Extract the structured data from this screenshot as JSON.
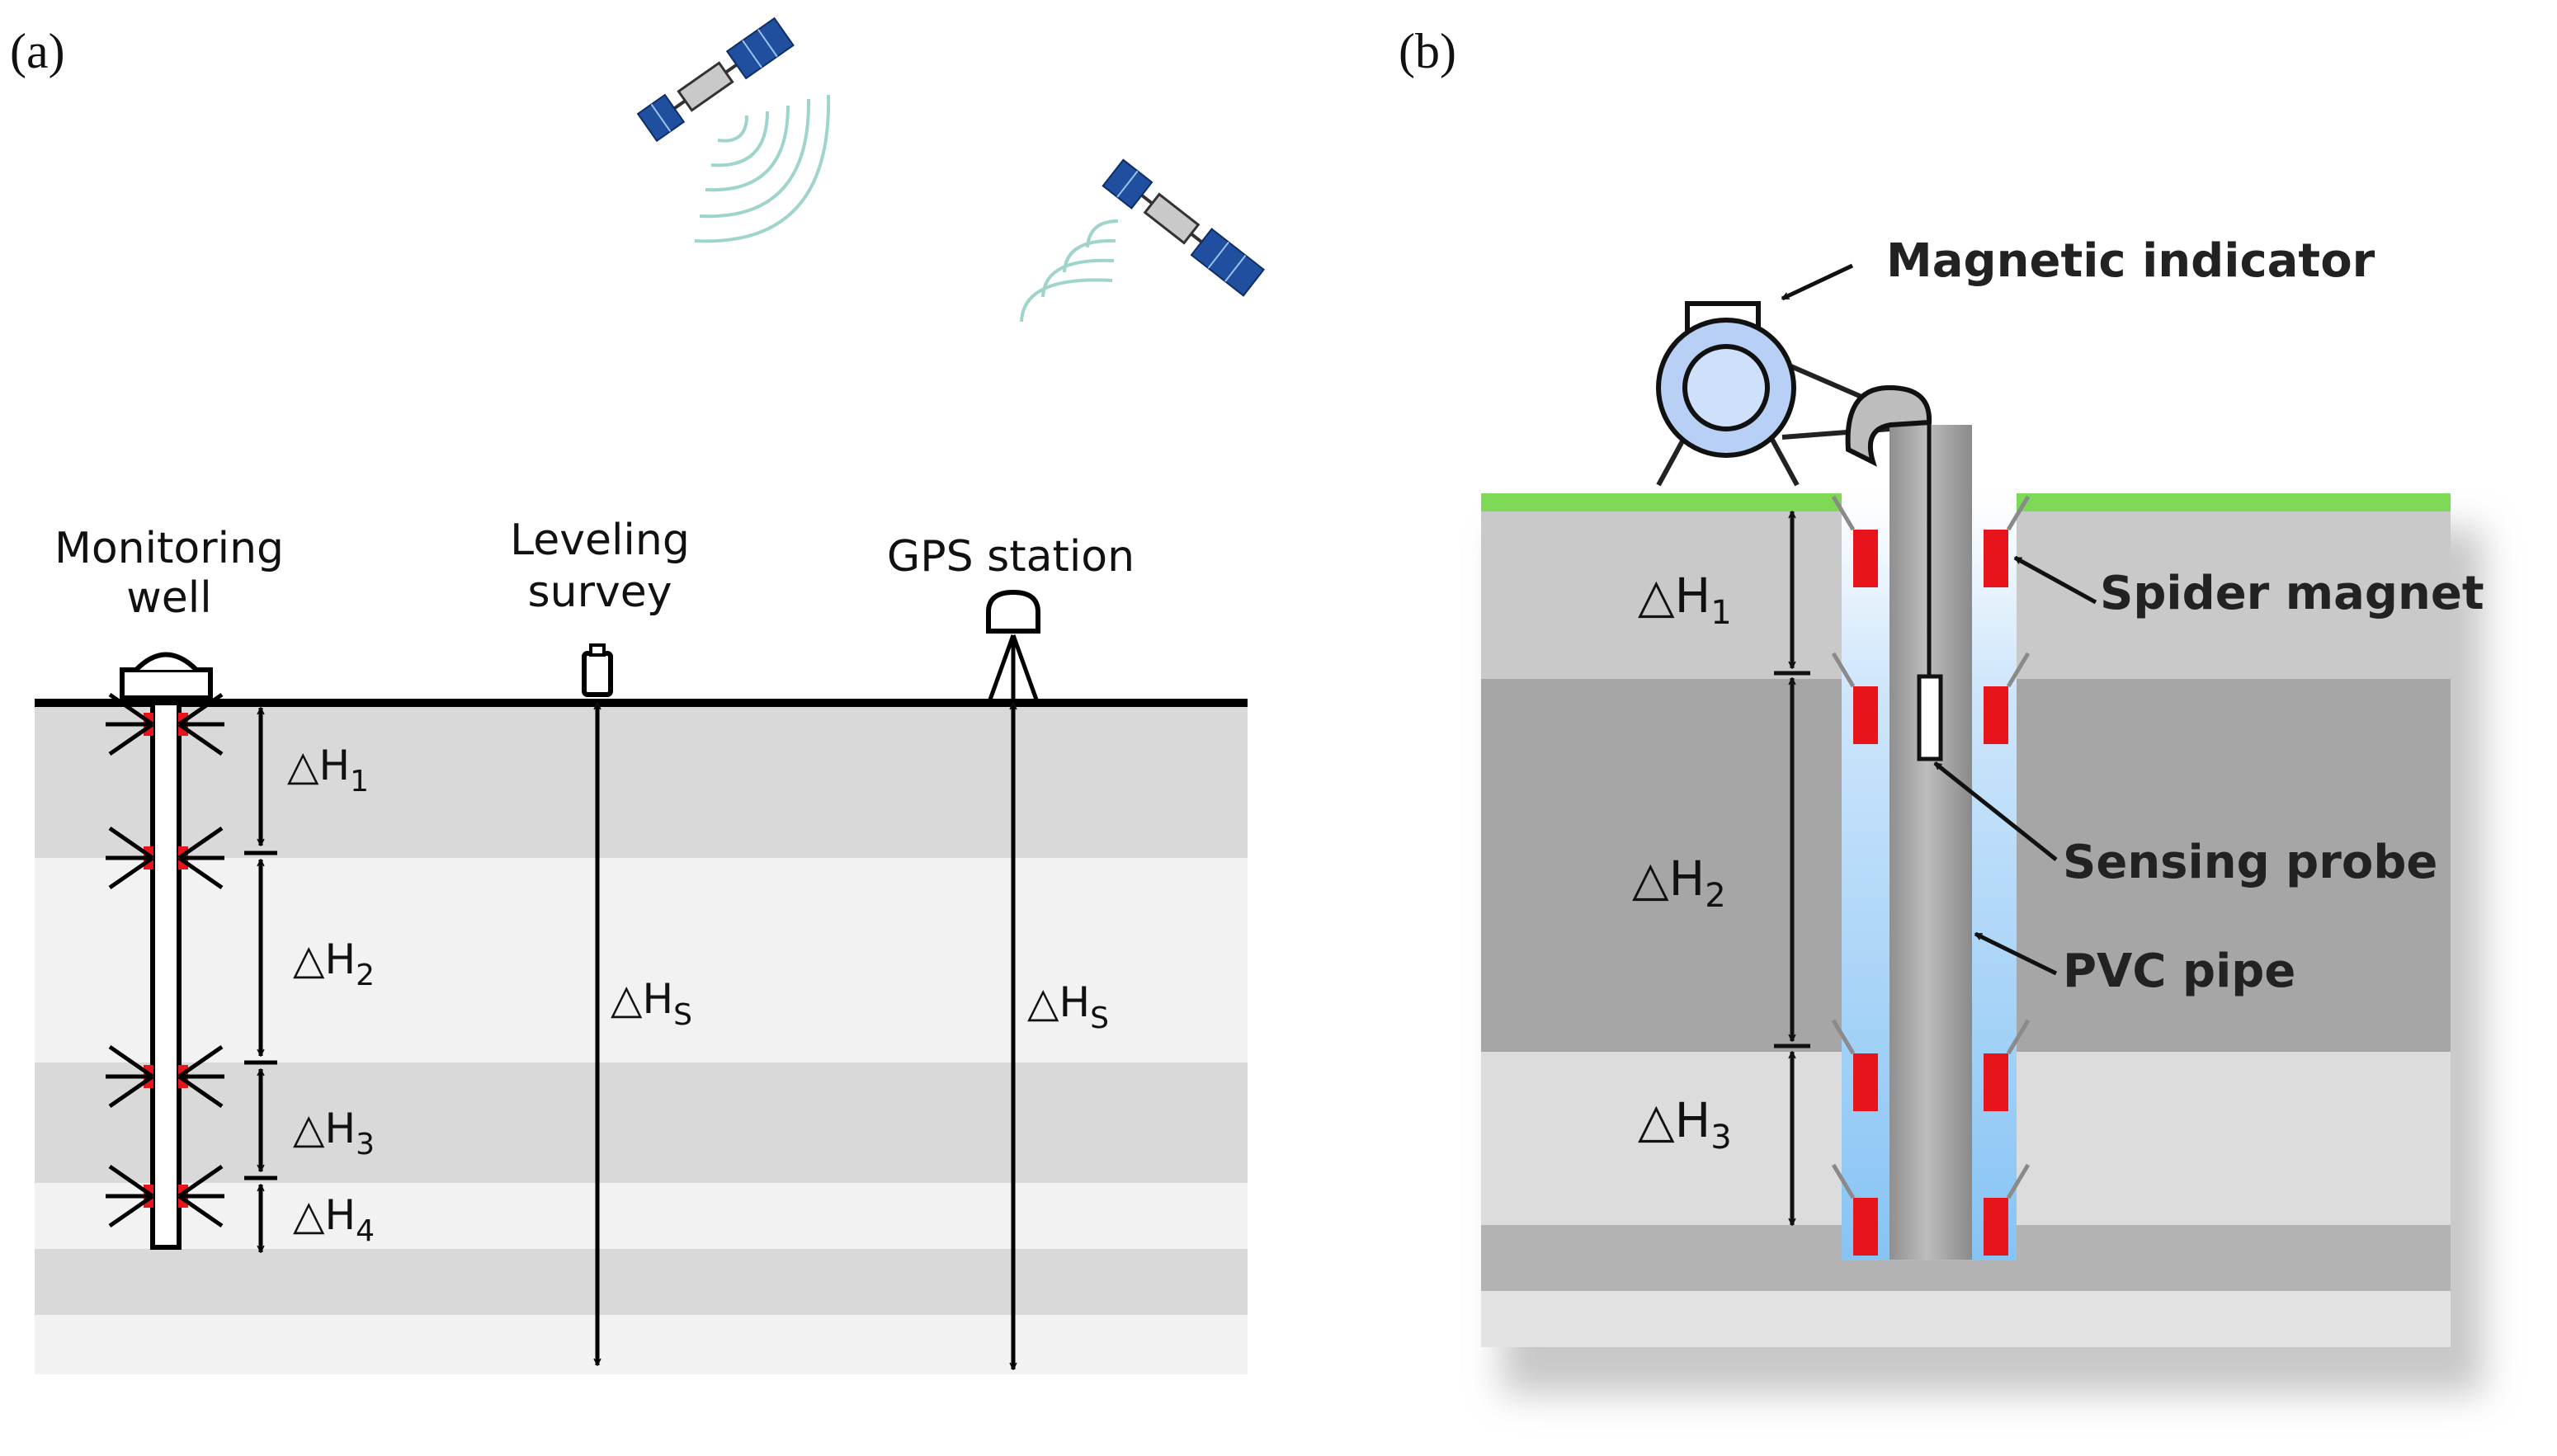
{
  "panel_a": {
    "label": "(a)",
    "monitoring_well": {
      "line1": "Monitoring",
      "line2": "well"
    },
    "leveling_survey": {
      "line1": "Leveling",
      "line2": "survey"
    },
    "gps_station": "GPS station",
    "well_intervals": [
      {
        "delta": "△H",
        "sub": "1"
      },
      {
        "delta": "△H",
        "sub": "2"
      },
      {
        "delta": "△H",
        "sub": "3"
      },
      {
        "delta": "△H",
        "sub": "4"
      }
    ],
    "leveling_subsidence": {
      "delta": "△H",
      "sub": "S"
    },
    "gps_subsidence": {
      "delta": "△H",
      "sub": "S"
    },
    "icons": [
      "satellite-icon",
      "signal-wave-icon",
      "well-cap-icon",
      "leveling-staff-icon",
      "gps-antenna-icon",
      "spider-magnet-icon"
    ]
  },
  "panel_b": {
    "label": "(b)",
    "magnetic_indicator": "Magnetic indicator",
    "spider_magnet": "Spider magnet",
    "sensing_probe": "Sensing probe",
    "pvc_pipe": "PVC pipe",
    "intervals": [
      {
        "delta": "△H",
        "sub": "1"
      },
      {
        "delta": "△H",
        "sub": "2"
      },
      {
        "delta": "△H",
        "sub": "3"
      }
    ],
    "icons": [
      "magnetic-reel-icon",
      "sensing-probe-icon"
    ]
  },
  "colors": {
    "magnet_red": "#e8141c",
    "grass_green": "#7ed957",
    "pipe_gray": "#a9a9a9",
    "reel_blue": "#b8d0f5"
  }
}
